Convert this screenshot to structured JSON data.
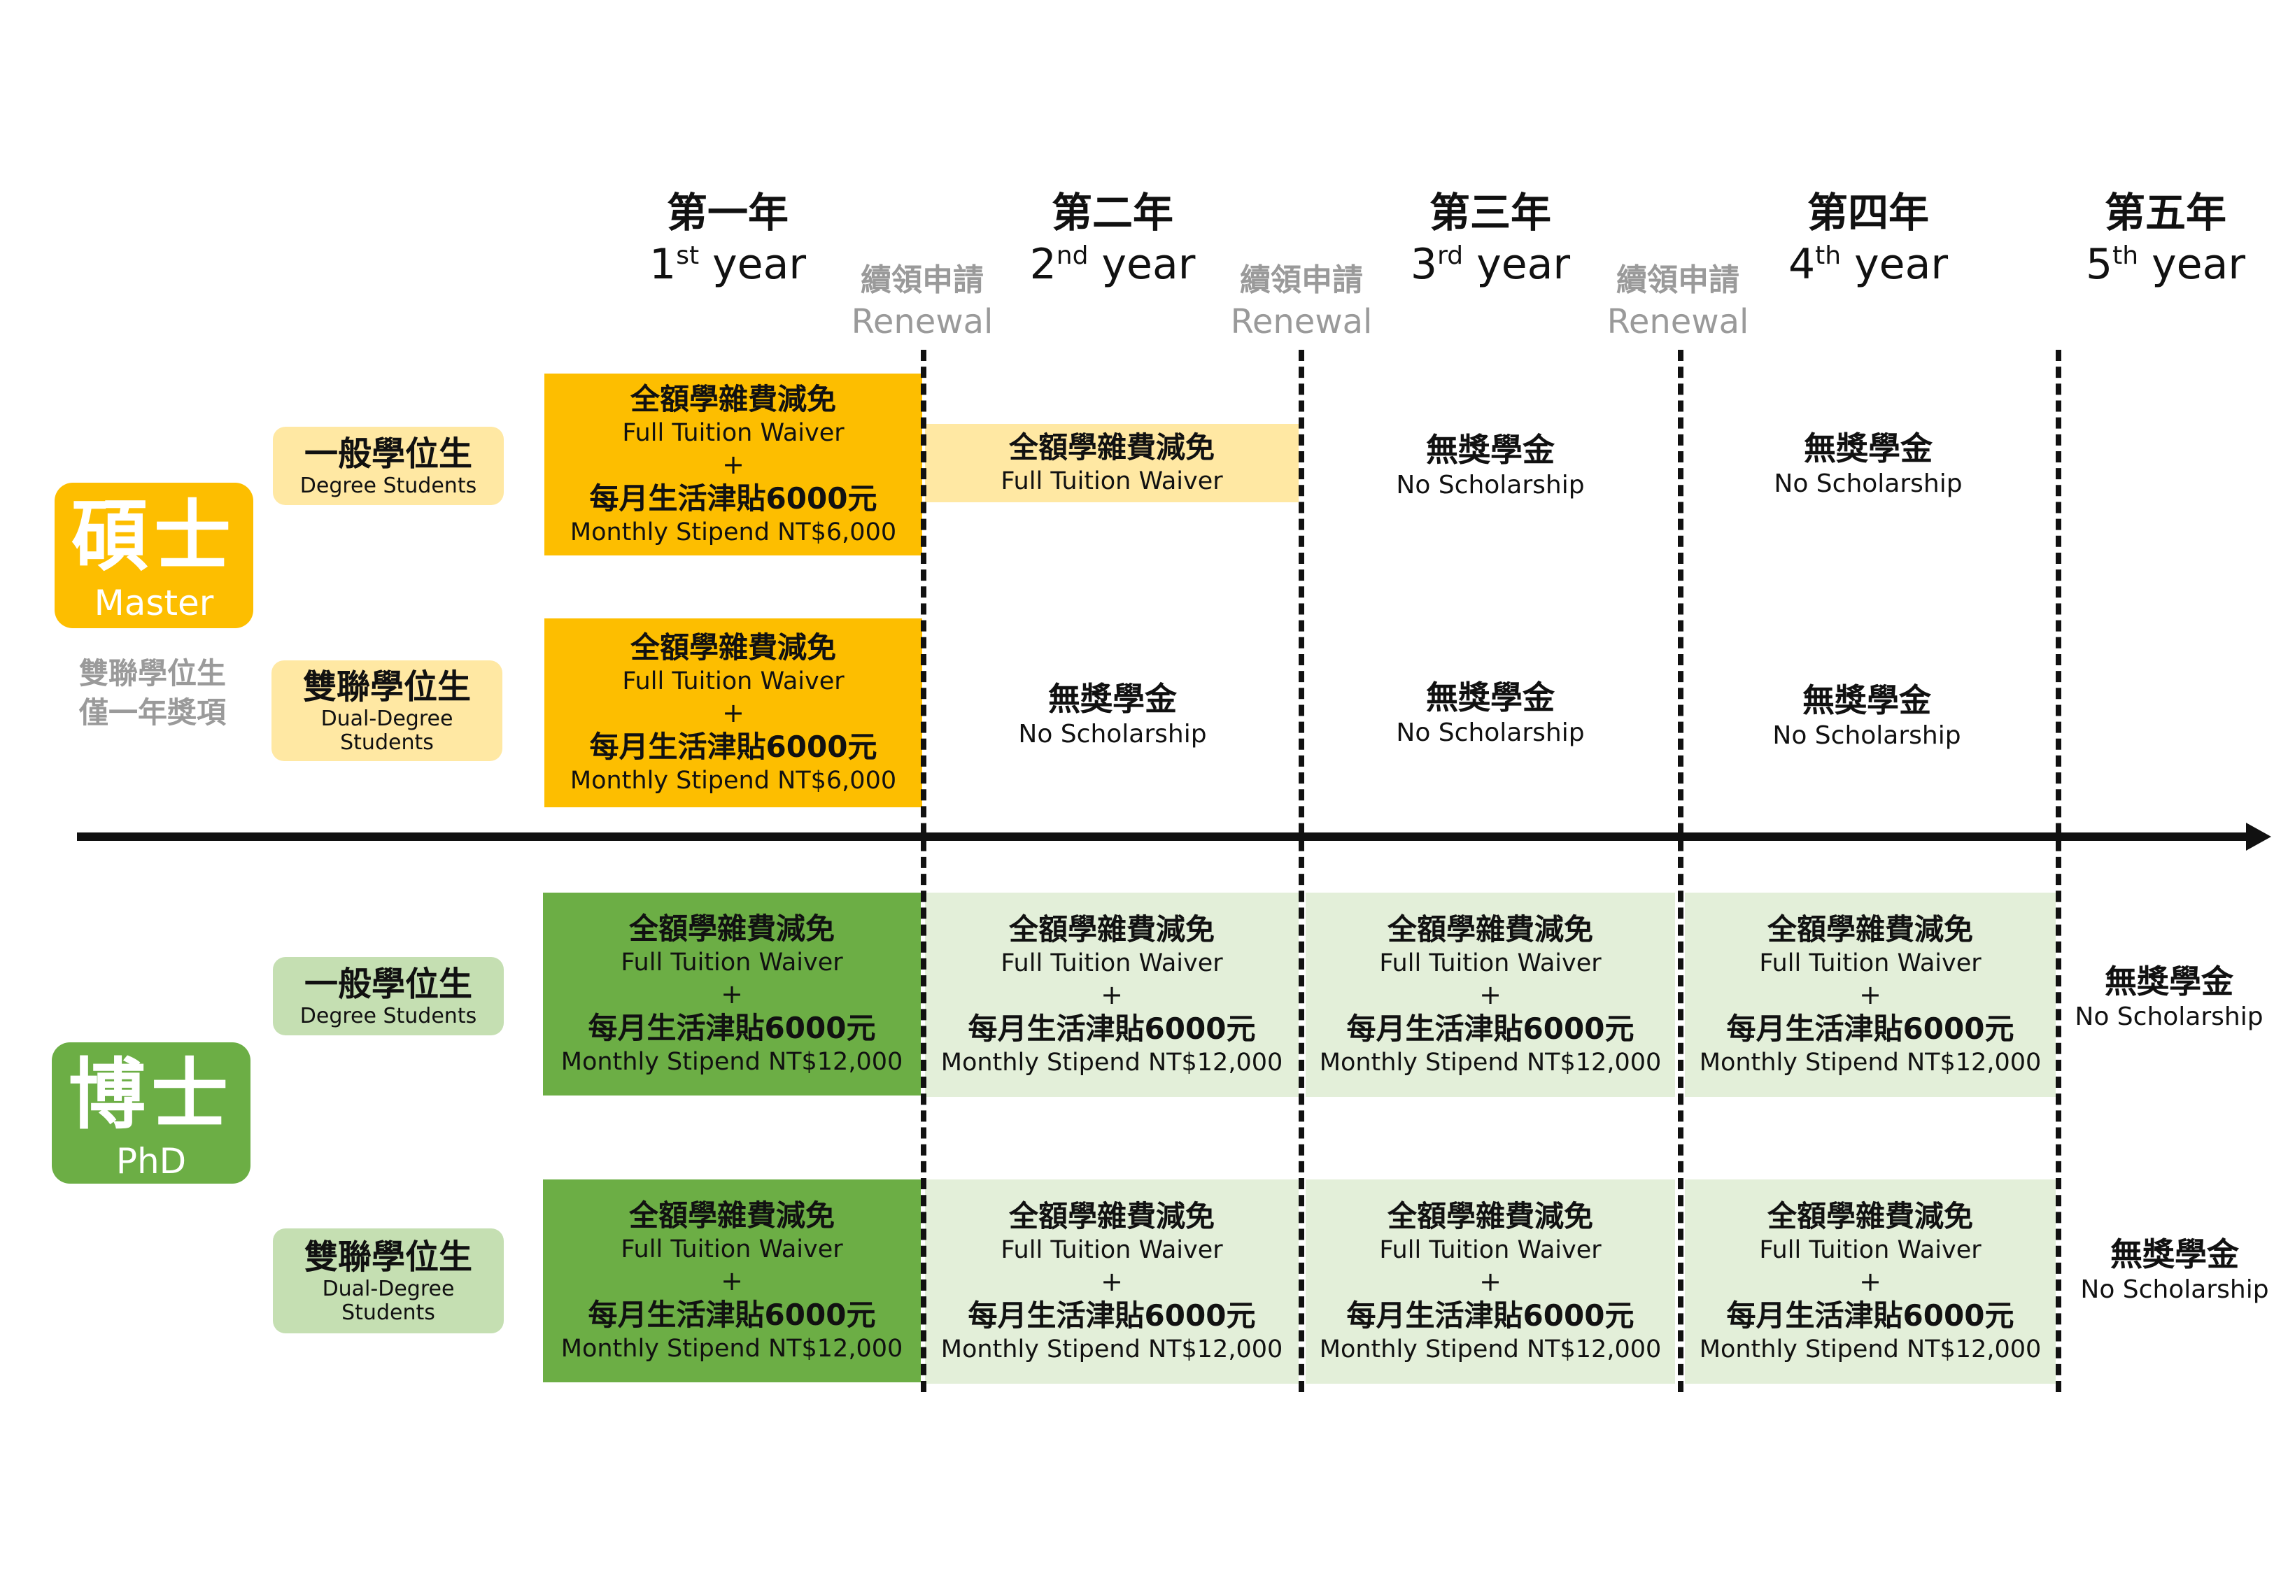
{
  "colors": {
    "master_dark": "#FDBE00",
    "master_light": "#FFE8A3",
    "phd_dark": "#6CAE45",
    "phd_light": "#E3EFD9",
    "phd_student": "#C5DFB2",
    "renewal_gray": "#9A9A9A",
    "line": "#111111"
  },
  "years": [
    {
      "zh": "第一年",
      "num": "1",
      "sup": "st",
      "word": "year"
    },
    {
      "zh": "第二年",
      "num": "2",
      "sup": "nd",
      "word": "year"
    },
    {
      "zh": "第三年",
      "num": "3",
      "sup": "rd",
      "word": "year"
    },
    {
      "zh": "第四年",
      "num": "4",
      "sup": "th",
      "word": "year"
    },
    {
      "zh": "第五年",
      "num": "5",
      "sup": "th",
      "word": "year"
    }
  ],
  "renewal": {
    "zh": "續領申請",
    "en": "Renewal"
  },
  "master": {
    "zh": "碩士",
    "en": "Master",
    "note": [
      "雙聯學位生",
      "僅一年獎項"
    ],
    "degree": {
      "zh": "一般學位生",
      "en": "Degree Students"
    },
    "dual": {
      "zh": "雙聯學位生",
      "en1": "Dual-Degree",
      "en2": "Students"
    }
  },
  "phd": {
    "zh": "博士",
    "en": "PhD",
    "degree": {
      "zh": "一般學位生",
      "en": "Degree Students"
    },
    "dual": {
      "zh": "雙聯學位生",
      "en1": "Dual-Degree",
      "en2": "Students"
    }
  },
  "award": {
    "waiver_zh": "全額學雜費減免",
    "waiver_en": "Full Tuition Waiver",
    "plus": "+",
    "stipend_zh": "每月生活津貼6000元",
    "stipend_master": "Monthly Stipend NT$6,000",
    "stipend_phd": "Monthly Stipend NT$12,000"
  },
  "none": {
    "zh": "無獎學金",
    "en": "No Scholarship"
  }
}
